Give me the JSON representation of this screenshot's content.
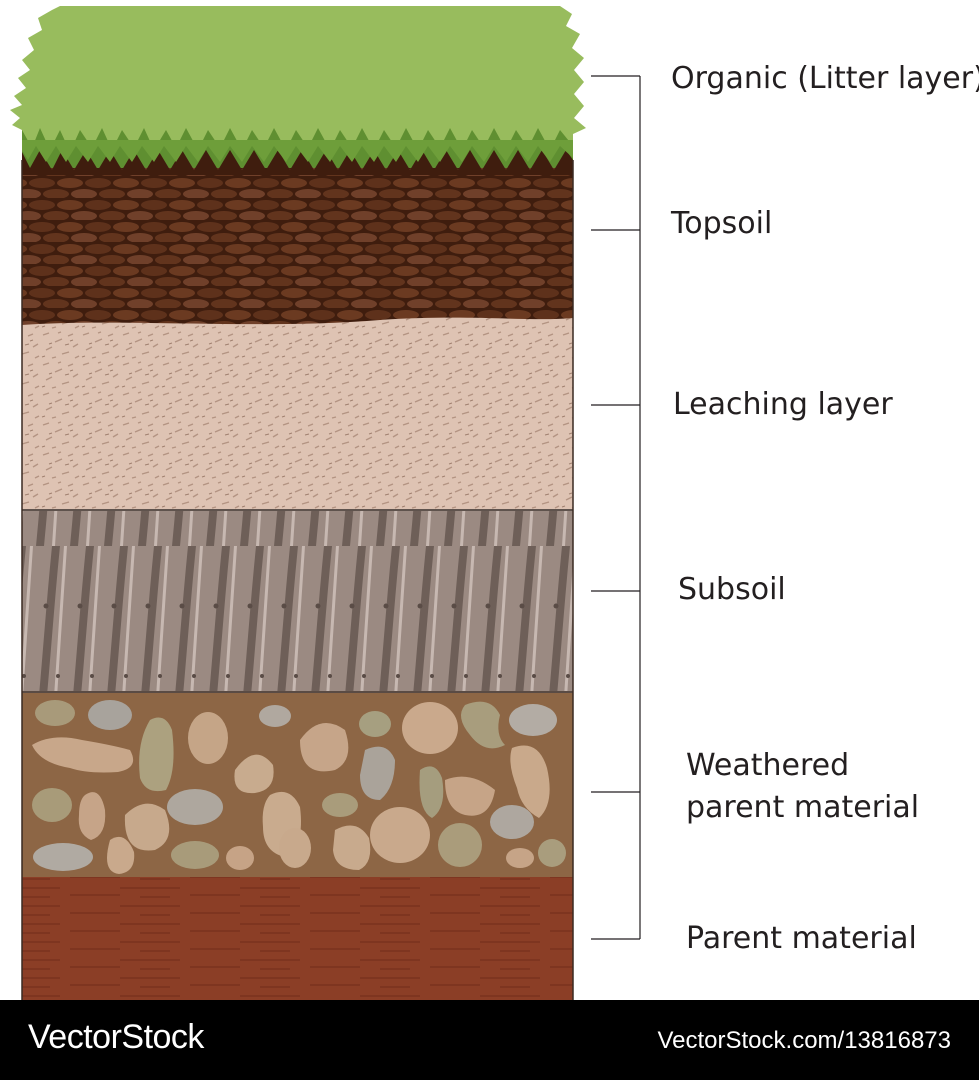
{
  "diagram": {
    "layers": [
      {
        "label": "Organic (Litter layer)",
        "color": "#97bb5c"
      },
      {
        "label": "Topsoil",
        "color": "#4a2413"
      },
      {
        "label": "Leaching layer",
        "color": "#dcbfaf"
      },
      {
        "label": "Subsoil",
        "color": "#7c6c64"
      },
      {
        "label": "Weathered\nparent material",
        "color": "#8a6446"
      },
      {
        "label": "Parent material",
        "color": "#8b3e26"
      }
    ]
  },
  "footer": {
    "brand": "VectorStock",
    "image_id": "VectorStock.com/13816873"
  }
}
